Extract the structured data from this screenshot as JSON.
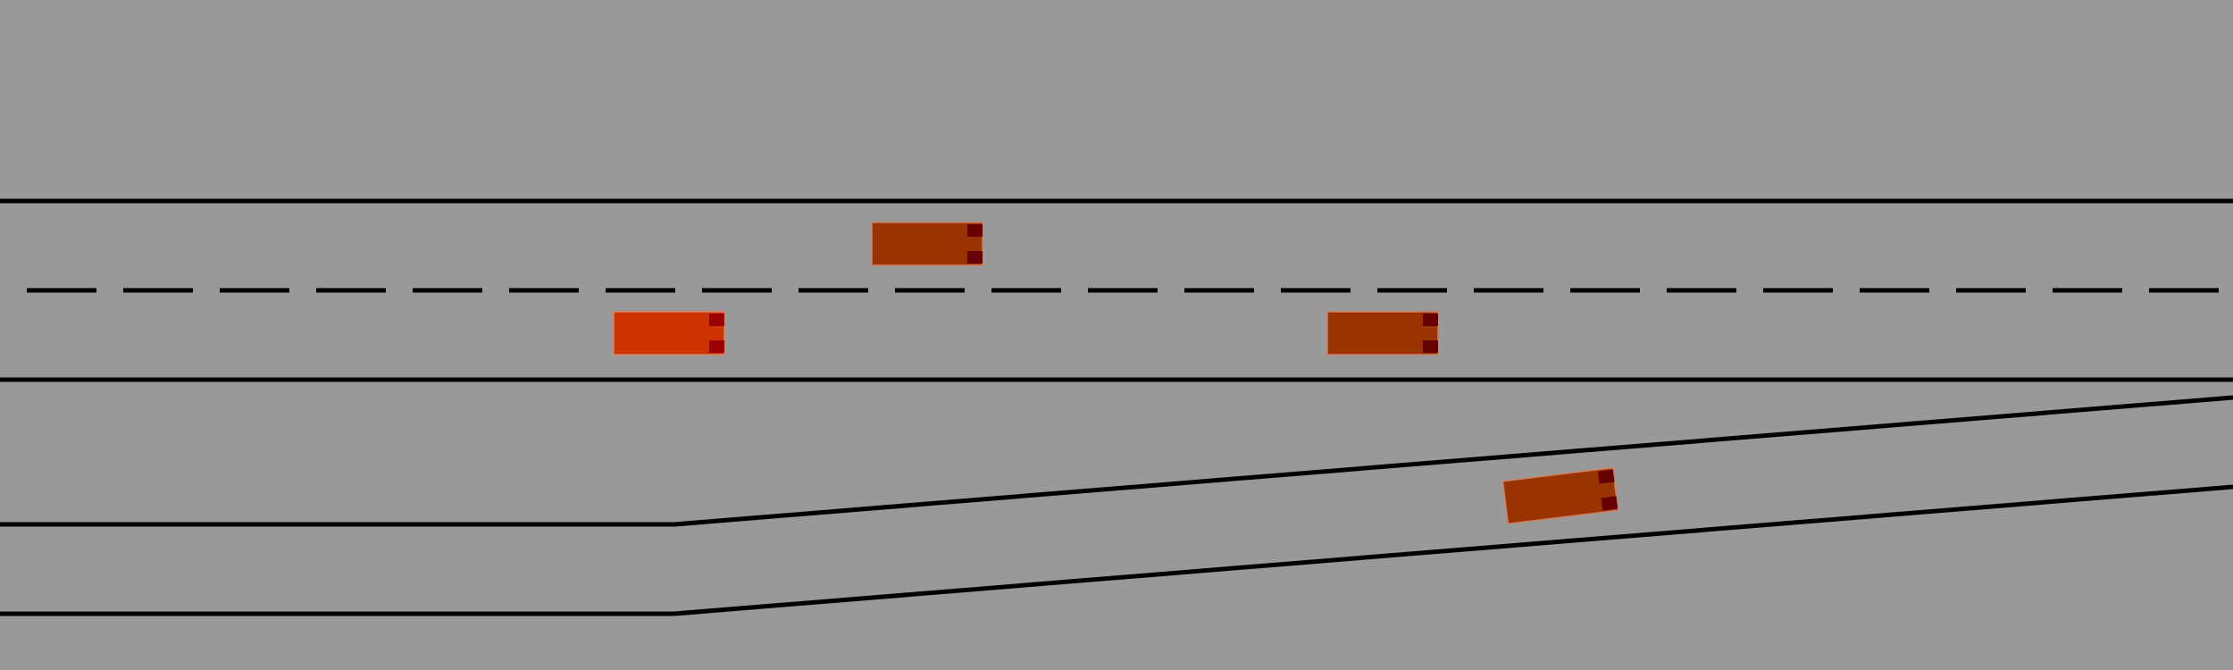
{
  "scene": {
    "type": "highway-merge-simulation",
    "colors": {
      "background": "#999999",
      "lane_line": "#000000",
      "ego_vehicle": "#cc3300",
      "other_vehicle": "#993300",
      "vehicle_outline": "#d08060",
      "headlight": "#660000"
    },
    "road": {
      "main_lanes": 2,
      "merge_lanes": 1,
      "lane_divider": "dashed"
    },
    "vehicles": [
      {
        "id": "ego",
        "role": "ego",
        "lane": "main-right",
        "color": "#cc3300"
      },
      {
        "id": "car-1",
        "role": "other",
        "lane": "main-left",
        "color": "#993300"
      },
      {
        "id": "car-2",
        "role": "other",
        "lane": "main-right",
        "color": "#993300"
      },
      {
        "id": "car-3",
        "role": "other",
        "lane": "merge-ramp",
        "color": "#993300"
      }
    ]
  }
}
